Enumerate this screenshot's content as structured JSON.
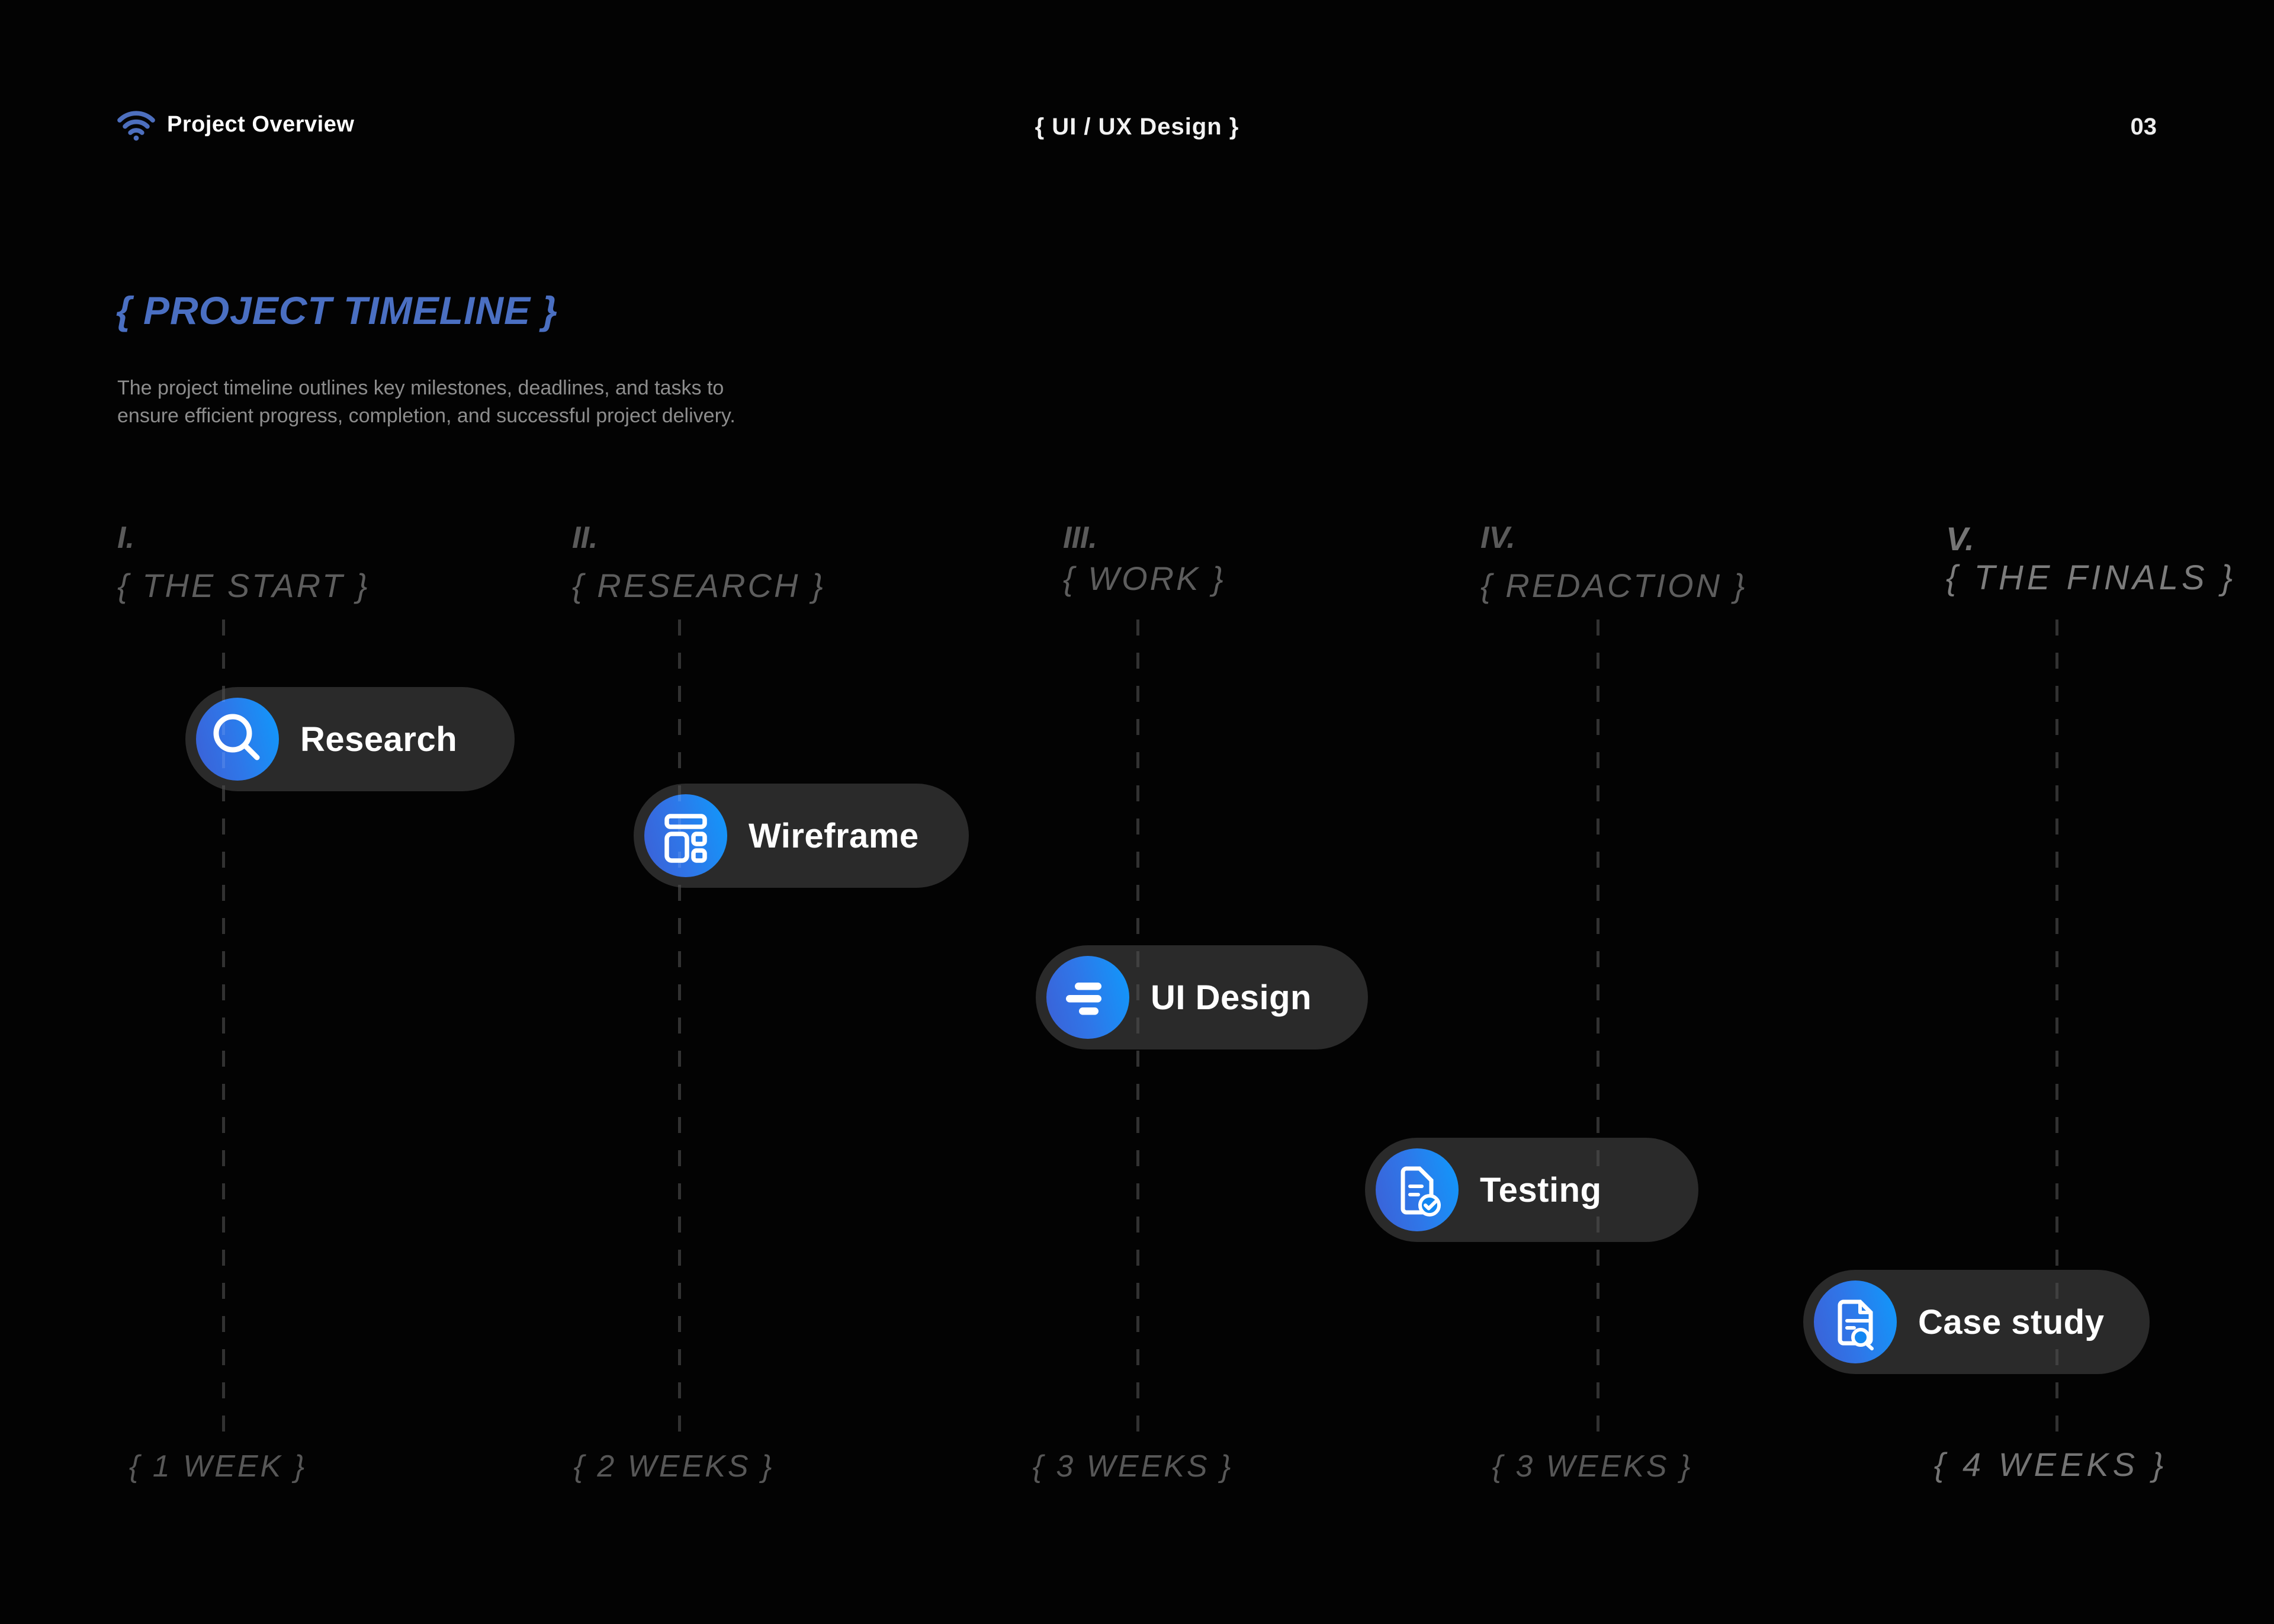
{
  "header": {
    "logo_icon": "wifi-icon",
    "title": "Project Overview",
    "category_tag": "{ UI / UX Design }",
    "page_number": "03"
  },
  "intro": {
    "title": "{ PROJECT TIMELINE }",
    "description_lines": [
      "The project timeline outlines key milestones, deadlines, and tasks to",
      "ensure efficient progress, completion, and successful project delivery."
    ]
  },
  "timeline": {
    "columns": [
      {
        "numeral": "I.",
        "label": "{ THE START }",
        "duration": "{ 1 WEEK }"
      },
      {
        "numeral": "II.",
        "label": "{ RESEARCH }",
        "duration": "{ 2 WEEKS }"
      },
      {
        "numeral": "III.",
        "label": "{ WORK }",
        "duration": "{ 3 WEEKS }"
      },
      {
        "numeral": "IV.",
        "label": "{ REDACTION }",
        "duration": "{ 3 WEEKS }"
      },
      {
        "numeral": "V.",
        "label": "{ THE FINALS }",
        "duration": "{ 4 WEEKS }"
      }
    ],
    "milestones": [
      {
        "label": "Research",
        "icon": "search-icon"
      },
      {
        "label": "Wireframe",
        "icon": "layout-wireframe-icon"
      },
      {
        "label": "UI Design",
        "icon": "align-lines-icon"
      },
      {
        "label": "Testing",
        "icon": "document-check-icon"
      },
      {
        "label": "Case study",
        "icon": "document-search-icon"
      }
    ]
  },
  "colors": {
    "background": "#030303",
    "card_background": "#2a2a2a",
    "accent_title_blue": "#4a6fc2",
    "icon_gradient_start": "#3c60d6",
    "icon_gradient_end": "#0f9afc",
    "muted_gray": "#5d5d5d",
    "text_white": "#ffffff"
  }
}
